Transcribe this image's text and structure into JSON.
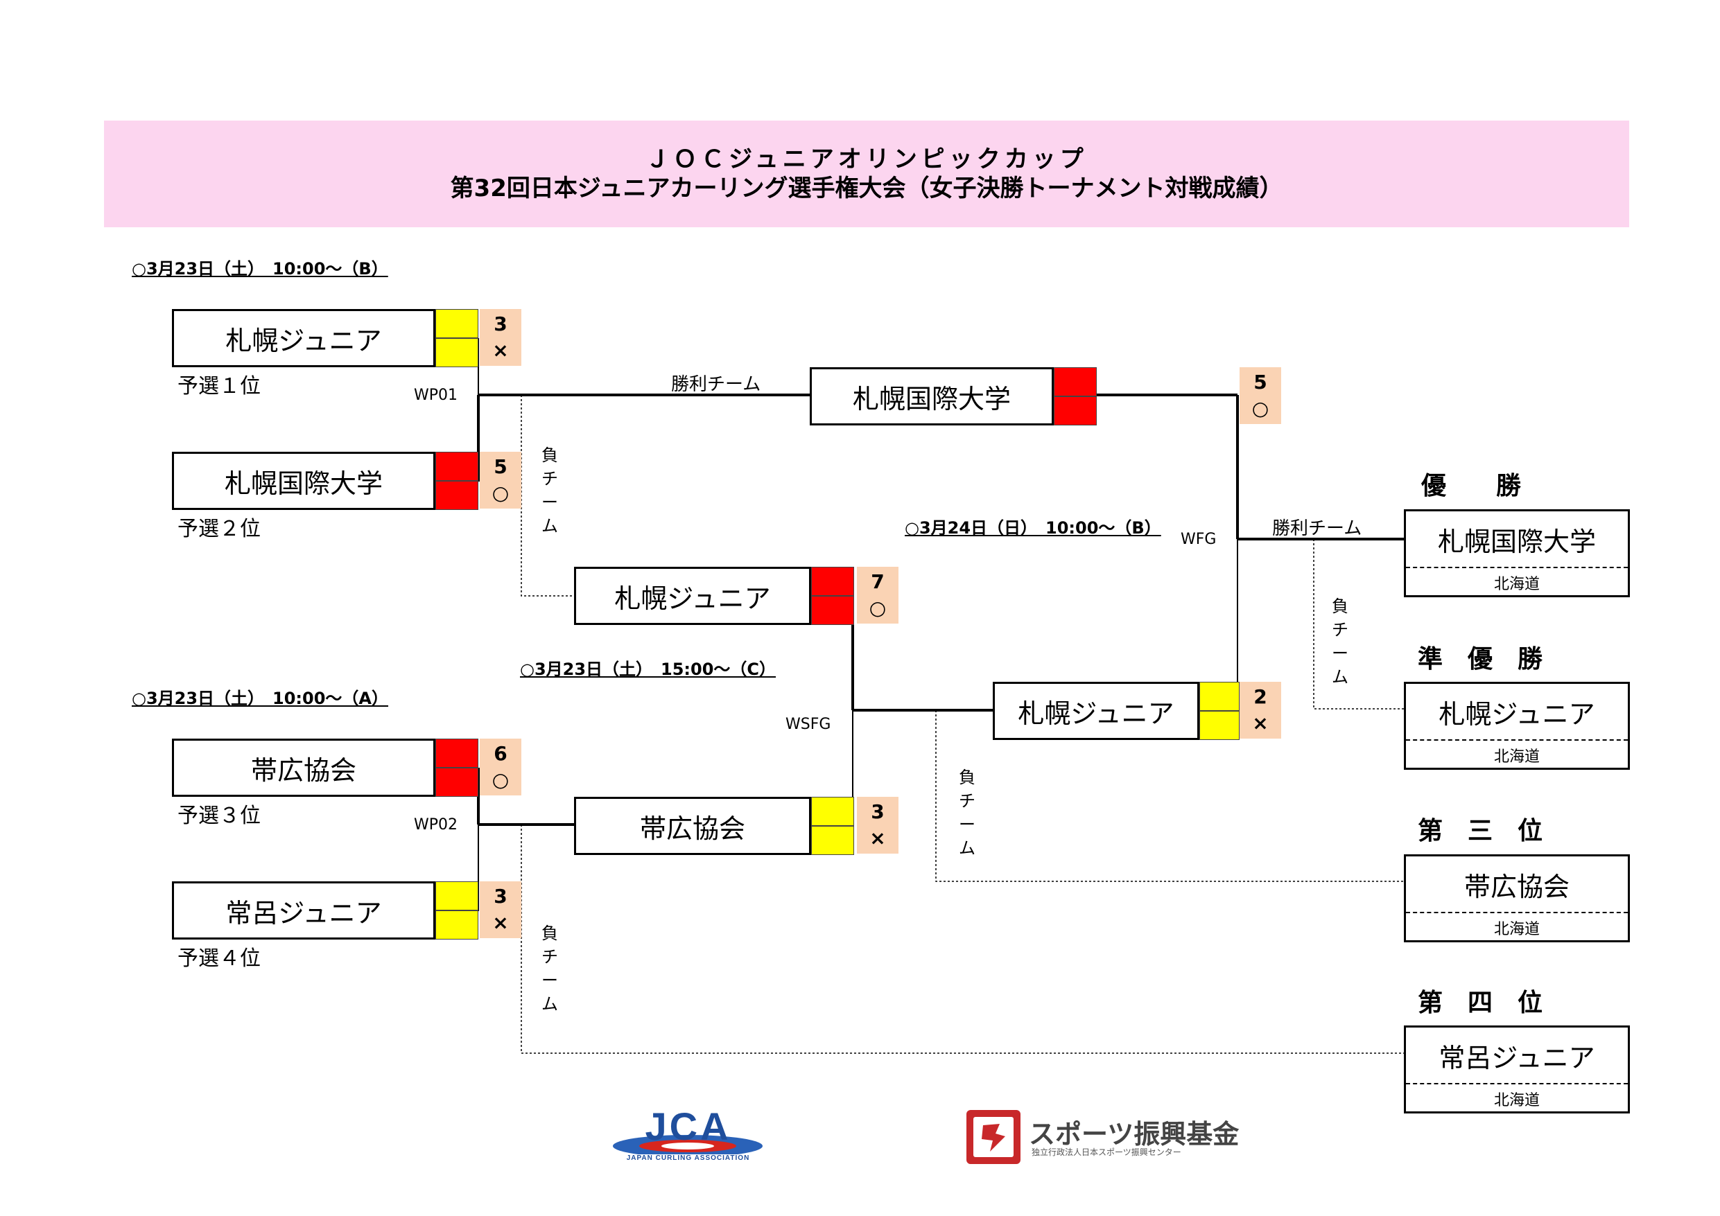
{
  "header": {
    "line1": "ＪＯＣジュニアオリンピックカップ",
    "line2": "第32回日本ジュニアカーリング選手権大会（女子決勝トーナメント対戦成績）"
  },
  "dates": {
    "wp01": "○3月23日（土）　10:00～（B）",
    "wp02": "○3月23日（土）　10:00～（A）",
    "wsfg": "○3月23日（土）　15:00～（C）",
    "wfg": "○3月24日（日）　10:00～（B）"
  },
  "teams": {
    "t1": {
      "name": "札幌ジュニア",
      "rank": "予選１位",
      "score": "3",
      "mark": "×",
      "color": "#ffff00"
    },
    "t2": {
      "name": "札幌国際大学",
      "rank": "予選２位",
      "score": "5",
      "mark": "○",
      "color": "#ff0000"
    },
    "t3": {
      "name": "帯広協会",
      "rank": "予選３位",
      "score": "6",
      "mark": "○",
      "color": "#ff0000"
    },
    "t4": {
      "name": "常呂ジュニア",
      "rank": "予選４位",
      "score": "3",
      "mark": "×",
      "color": "#ffff00"
    },
    "wp01_winner": {
      "name": "札幌国際大学",
      "score": "5",
      "mark": "○"
    },
    "wsfg_a": {
      "name": "札幌ジュニア",
      "score": "7",
      "mark": "○"
    },
    "wsfg_b": {
      "name": "帯広協会",
      "score": "3",
      "mark": "×"
    },
    "wfg_b": {
      "name": "札幌ジュニア",
      "score": "2",
      "mark": "×"
    }
  },
  "game_codes": {
    "wp01": "WP01",
    "wp02": "WP02",
    "wsfg": "WSFG",
    "wfg": "WFG"
  },
  "labels": {
    "winner_team": "勝利チーム",
    "loser_team": [
      "負",
      "チ",
      "ー",
      "ム"
    ]
  },
  "results": {
    "first": {
      "label": "優　　勝",
      "name": "札幌国際大学",
      "pref": "北海道"
    },
    "second": {
      "label": "準　優　勝",
      "name": "札幌ジュニア",
      "pref": "北海道"
    },
    "third": {
      "label": "第　三　位",
      "name": "帯広協会",
      "pref": "北海道"
    },
    "fourth": {
      "label": "第　四　位",
      "name": "常呂ジュニア",
      "pref": "北海道"
    }
  },
  "logos": {
    "jca": {
      "text": "JCA",
      "subtext": "JAPAN CURLING ASSOCIATION"
    },
    "sport": {
      "text": "スポーツ振興基金",
      "subtext": "独立行政法人日本スポーツ振興センター"
    }
  },
  "colors": {
    "header_bg": "#fcd5ef",
    "score_bg": "#fad3b4",
    "win": "#ff0000",
    "lose": "#ffff00"
  }
}
